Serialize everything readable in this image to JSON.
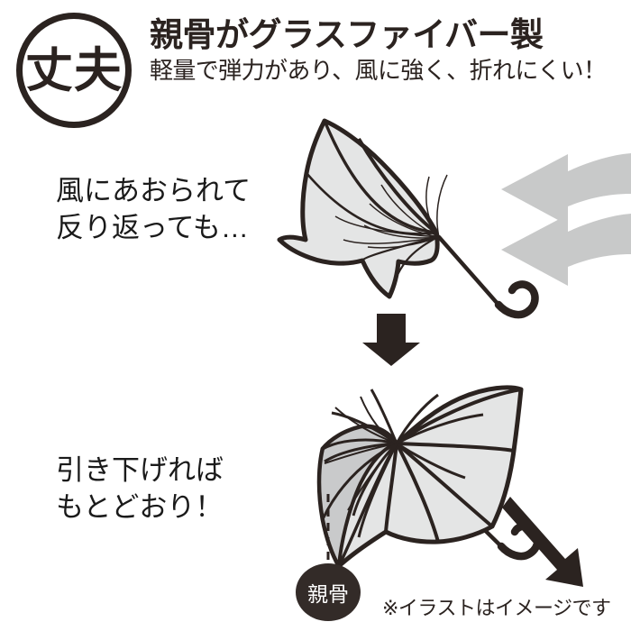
{
  "page": {
    "background_color": "#ffffff",
    "ink_color": "#2b2320",
    "canopy_fill": "#e4e5e5",
    "canopy_shade": "#c9cacb",
    "wind_arrow_color": "#c8c9c9"
  },
  "header": {
    "badge_label": "丈夫",
    "title": "親骨がグラスファイバー製",
    "subtitle": "軽量で弾力があり、風に強く、折れにくい！"
  },
  "steps": [
    {
      "caption_line1": "風にあおられて",
      "caption_line2": "反り返っても…",
      "illustration": "inverted-umbrella",
      "arrows": [
        "wind-arrow-upper",
        "wind-arrow-lower"
      ]
    },
    {
      "caption_line1": "引き下げれば",
      "caption_line2": "もとどおり！",
      "illustration": "restored-umbrella",
      "arrows": [
        "motion-arrow-diagonal"
      ]
    }
  ],
  "transition_arrow": {
    "icon": "arrow-down-icon",
    "direction": "down"
  },
  "callout": {
    "label": "親骨",
    "leader": "dashed-line",
    "shape": "filled-circle",
    "fill": "#332b28",
    "text_color": "#ffffff"
  },
  "footer": {
    "disclaimer": "※イラストはイメージです"
  }
}
